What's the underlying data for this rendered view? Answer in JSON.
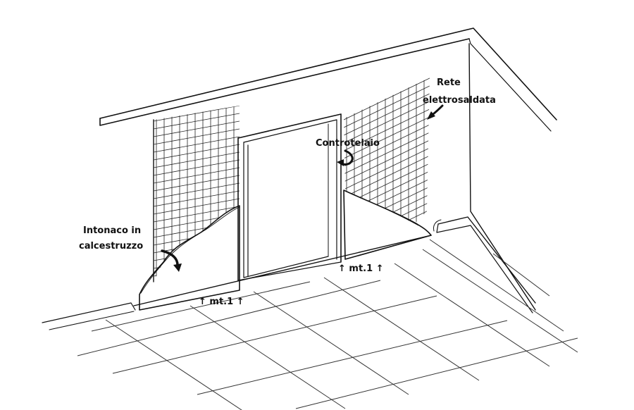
{
  "labels": {
    "rete_line1": "Rete",
    "rete_line2": "elettrosaldata",
    "controtelaio": "Controtelaio",
    "intonaco_line1": "Intonaco in",
    "intonaco_line2": "calcestruzzo",
    "dimension_left": "↑ mt.1 ↑",
    "dimension_right": "↑ mt.1 ↑"
  },
  "colors": {
    "ink": "#111111",
    "background": "#ffffff"
  },
  "icons": {
    "rete_arrow": "curved-arrow-icon",
    "controtelaio_arrow": "curved-arrow-icon",
    "intonaco_arrow": "curved-arrow-icon"
  }
}
